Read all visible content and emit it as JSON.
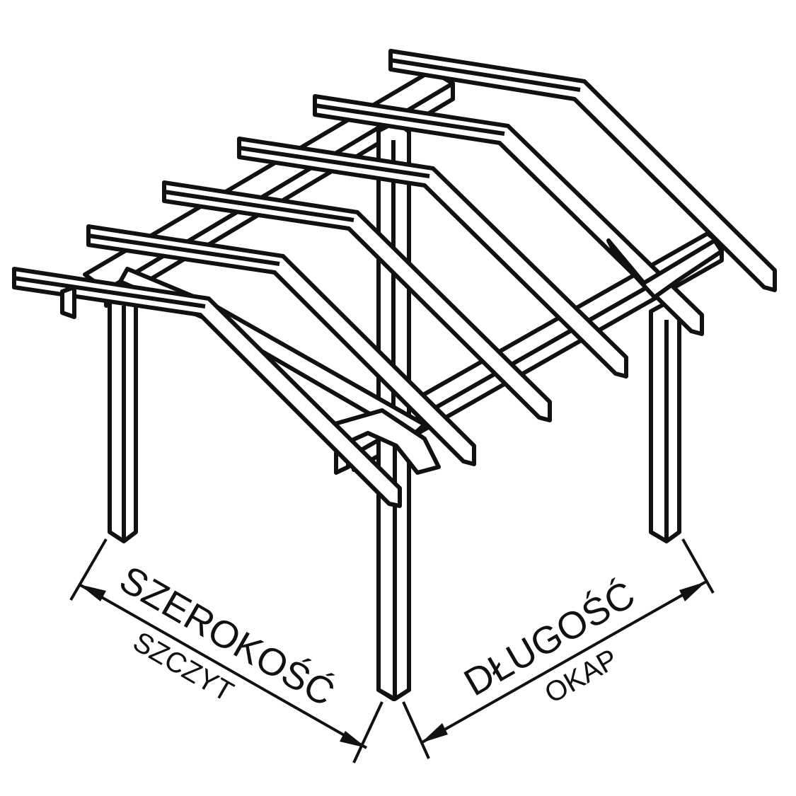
{
  "labels": {
    "width_label": "SZEROKOŚĆ",
    "width_sublabel": "SZCZYT",
    "length_label": "DŁUGOŚĆ",
    "length_sublabel": "OKAP"
  },
  "colors": {
    "line": "#111111",
    "fill": "#ffffff",
    "background": "#ffffff"
  }
}
